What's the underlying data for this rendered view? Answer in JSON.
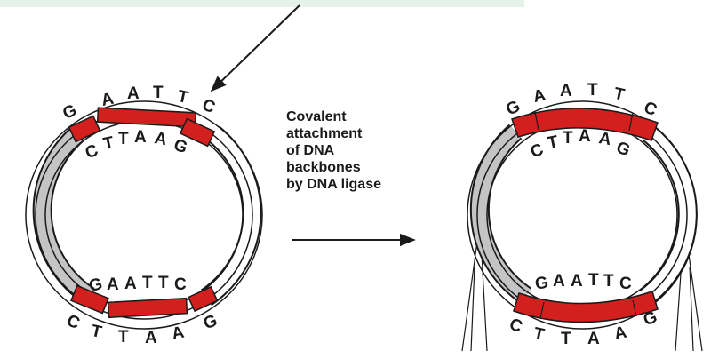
{
  "diagram": {
    "caption_lines": [
      "Covalent",
      "attachment",
      "of DNA",
      "backbones",
      "by DNA ligase"
    ],
    "left_plasmid": {
      "top_outer_sequence": [
        "G",
        "A",
        "A",
        "T",
        "T",
        "C"
      ],
      "top_inner_sequence": [
        "C",
        "T",
        "T",
        "A",
        "A",
        "G"
      ],
      "bottom_inner_sequence": [
        "G",
        "A",
        "A",
        "T",
        "T",
        "C"
      ],
      "bottom_outer_sequence": [
        "C",
        "T",
        "T",
        "A",
        "A",
        "G"
      ]
    },
    "right_plasmid": {
      "top_outer_sequence": [
        "G",
        "A",
        "A",
        "T",
        "T",
        "C"
      ],
      "top_inner_sequence": [
        "C",
        "T",
        "T",
        "A",
        "A",
        "G"
      ],
      "bottom_inner_sequence": [
        "G",
        "A",
        "A",
        "T",
        "T",
        "C"
      ],
      "bottom_outer_sequence": [
        "C",
        "T",
        "T",
        "A",
        "A",
        "G"
      ]
    },
    "colors": {
      "sticky_end_red": "#d41f1f",
      "insert_gray": "#c4c4c4",
      "outline": "#1a1a1a",
      "top_band": "#dff0e6"
    }
  }
}
